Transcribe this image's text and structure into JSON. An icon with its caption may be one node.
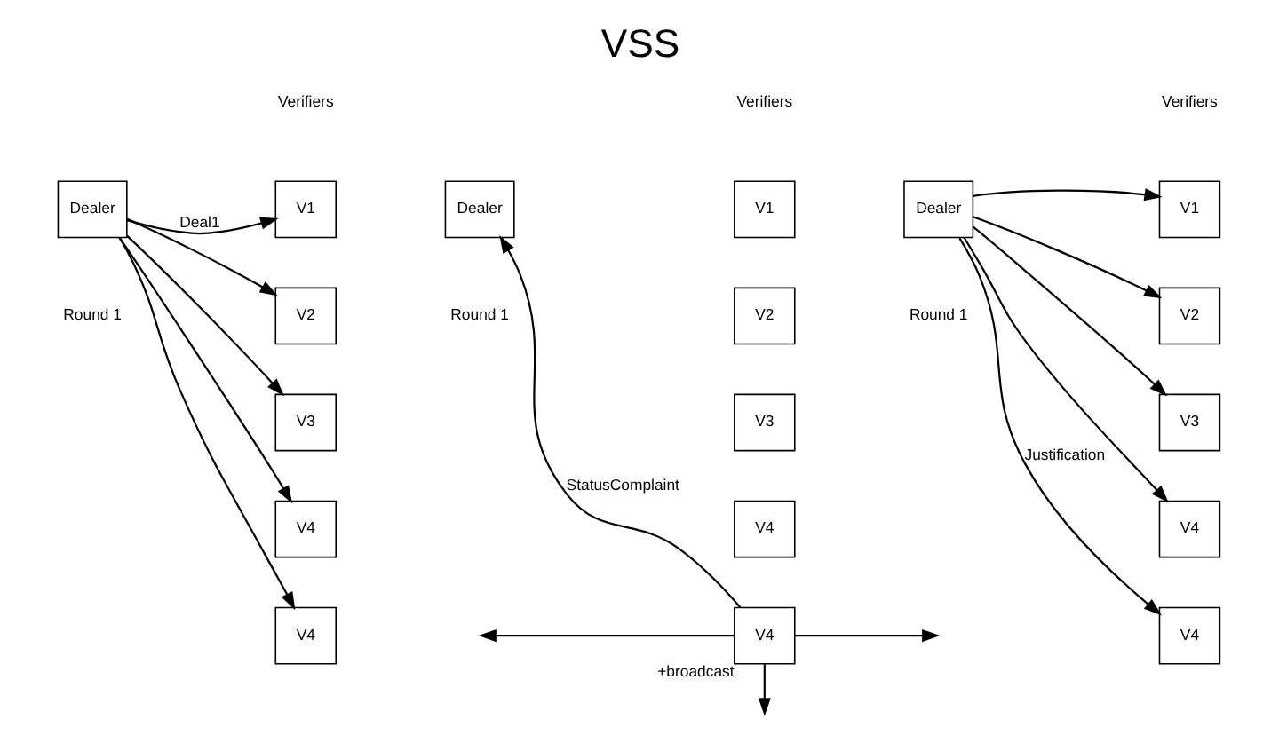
{
  "diagram": {
    "title": "VSS",
    "nodes": [
      {
        "text": [
          "Dealer"
        ]
      },
      {
        "text": [
          "V1"
        ]
      },
      {
        "text": [
          "V2"
        ]
      },
      {
        "text": [
          "V3"
        ]
      },
      {
        "text": [
          "V4"
        ]
      },
      {
        "text": [
          "V4"
        ]
      },
      {
        "text": [
          "Dealer"
        ]
      },
      {
        "text": [
          "V1"
        ]
      },
      {
        "text": [
          "V2"
        ]
      },
      {
        "text": [
          "V3"
        ]
      },
      {
        "text": [
          "V4"
        ]
      },
      {
        "text": [
          "V4"
        ],
        "beside": [
          "+broadcast"
        ]
      },
      {
        "text": [
          "Dealer"
        ]
      },
      {
        "text": [
          "V1"
        ]
      },
      {
        "text": [
          "V2"
        ]
      },
      {
        "text": [
          "V3"
        ]
      },
      {
        "text": [
          "V4"
        ]
      },
      {
        "text": [
          "V4"
        ]
      }
    ],
    "edges": [
      {
        "from": 0,
        "to": 1,
        "arrow": "to",
        "label": "Deal1"
      },
      {
        "from": 0,
        "to": 2,
        "arrow": "to"
      },
      {
        "from": 0,
        "to": 3,
        "arrow": "to"
      },
      {
        "from": 0,
        "to": 4,
        "arrow": "to"
      },
      {
        "from": 0,
        "to": 5,
        "arrow": "to"
      },
      {
        "from": 11,
        "to": 6,
        "arrow": "to",
        "label": "StatusComplaint"
      },
      {
        "from": 11,
        "to": null,
        "arrow": "to"
      },
      {
        "from": 11,
        "to": null,
        "arrow": "to"
      },
      {
        "from": 11,
        "to": null,
        "arrow": "to"
      },
      {
        "from": 12,
        "to": 13,
        "arrow": "to"
      },
      {
        "from": 12,
        "to": 14,
        "arrow": "to"
      },
      {
        "from": 12,
        "to": 15,
        "arrow": "to"
      },
      {
        "from": 12,
        "to": 16,
        "arrow": "to"
      },
      {
        "from": 12,
        "to": 17,
        "arrow": "to",
        "label": "Justification"
      }
    ],
    "labels": [
      "Verifiers",
      "Verifiers",
      "Verifiers",
      "Round 1",
      "Round 1",
      "Round 1"
    ]
  }
}
